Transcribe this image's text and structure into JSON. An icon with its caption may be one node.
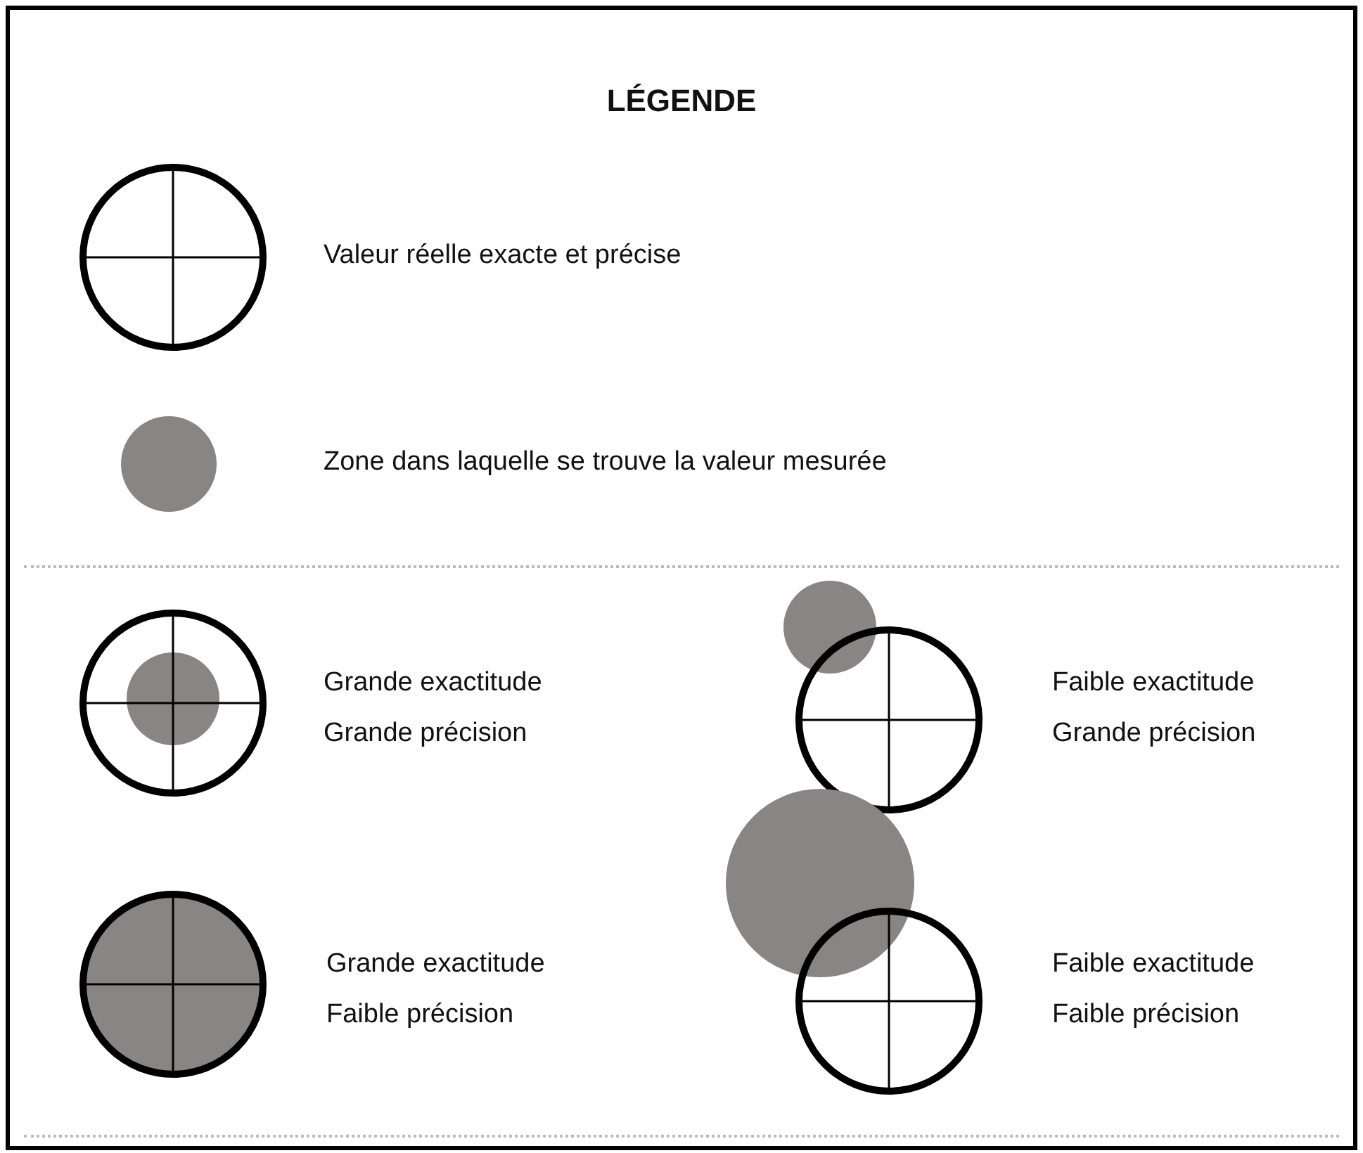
{
  "diagram": {
    "title": "LÉGENDE",
    "nodes": [
      {
        "text": [],
        "shape": "picture",
        "beside": [
          "Grande exactitude",
          "Grande précision"
        ]
      },
      {
        "text": [],
        "shape": "picture",
        "beside": [
          "Faible exactitude",
          "Grande précision"
        ]
      },
      {
        "text": [],
        "shape": "picture",
        "beside": [
          "Grande exactitude",
          "Faible précision"
        ]
      },
      {
        "text": [],
        "shape": "picture",
        "beside": [
          "Faible exactitude",
          "Faible précision"
        ]
      }
    ],
    "legend": [
      {
        "text": "Valeur réelle exacte et précise"
      },
      {
        "text": "Zone dans laquelle se trouve la valeur mesurée"
      }
    ]
  }
}
